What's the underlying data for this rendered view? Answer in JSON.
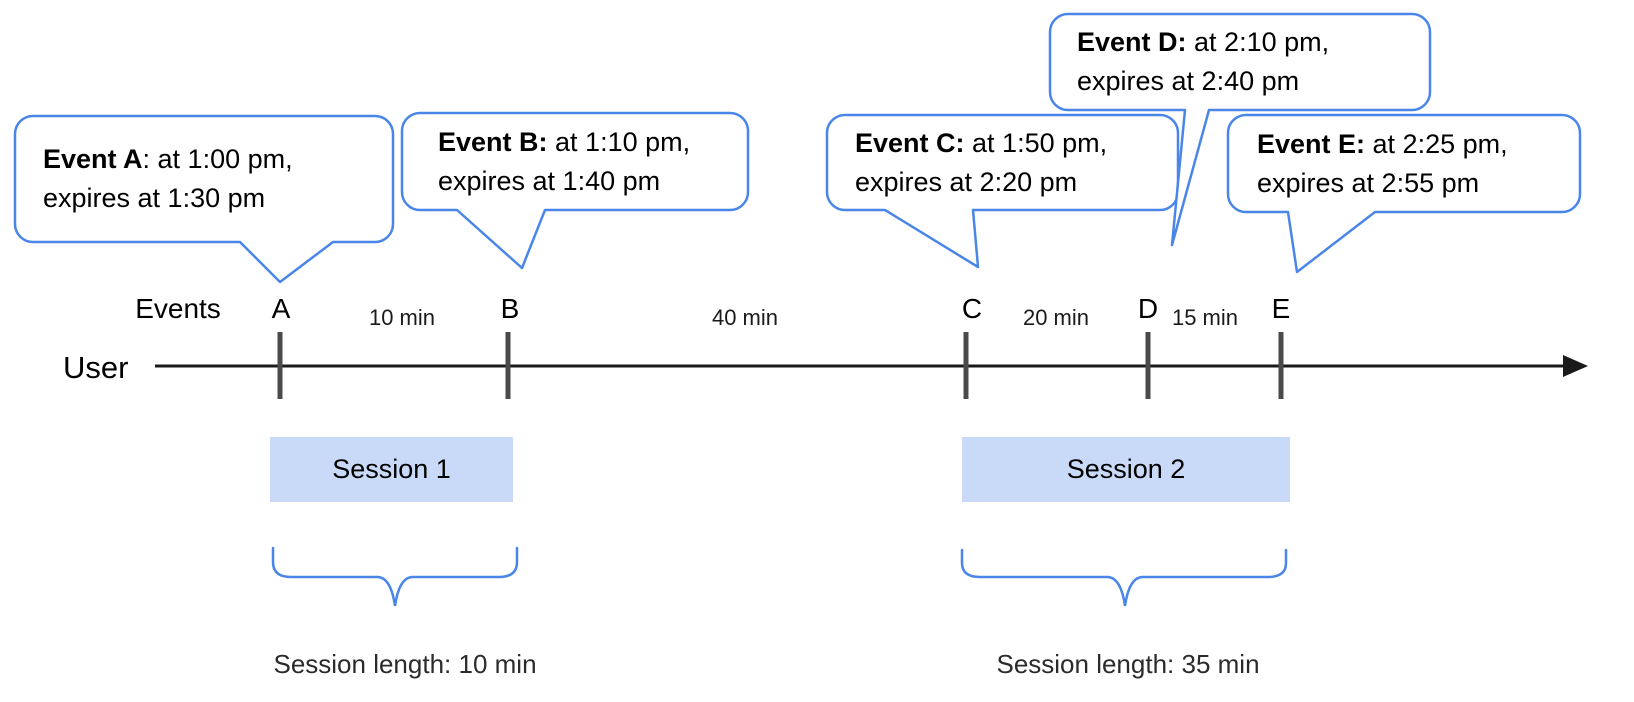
{
  "diagram": {
    "axis": {
      "events_label": "Events",
      "user_label": "User",
      "markers": [
        "A",
        "B",
        "C",
        "D",
        "E"
      ],
      "intervals": [
        "10 min",
        "40 min",
        "20 min",
        "15 min"
      ]
    },
    "bubbles": [
      {
        "bold": "Event A",
        "rest": ": at 1:00 pm,",
        "line2": "expires at 1:30 pm"
      },
      {
        "bold": "Event B:",
        "rest": " at 1:10 pm,",
        "line2": "expires at 1:40 pm"
      },
      {
        "bold": "Event C:",
        "rest": " at 1:50 pm,",
        "line2": "expires at 2:20 pm"
      },
      {
        "bold": "Event D:",
        "rest": " at 2:10 pm,",
        "line2": "expires at 2:40 pm"
      },
      {
        "bold": "Event E:",
        "rest": " at 2:25 pm,",
        "line2": "expires at 2:55 pm"
      }
    ],
    "sessions": [
      {
        "label": "Session 1",
        "length": "Session length: 10 min"
      },
      {
        "label": "Session 2",
        "length": "Session length: 35 min"
      }
    ],
    "colors": {
      "bubble_border": "#4a86e8",
      "bubble_fill": "#ffffff",
      "session_fill": "#c9daf8",
      "brace": "#4a86e8",
      "timeline": "#1a1a1a",
      "tick": "#4a4a4a",
      "text": "#000000"
    }
  }
}
